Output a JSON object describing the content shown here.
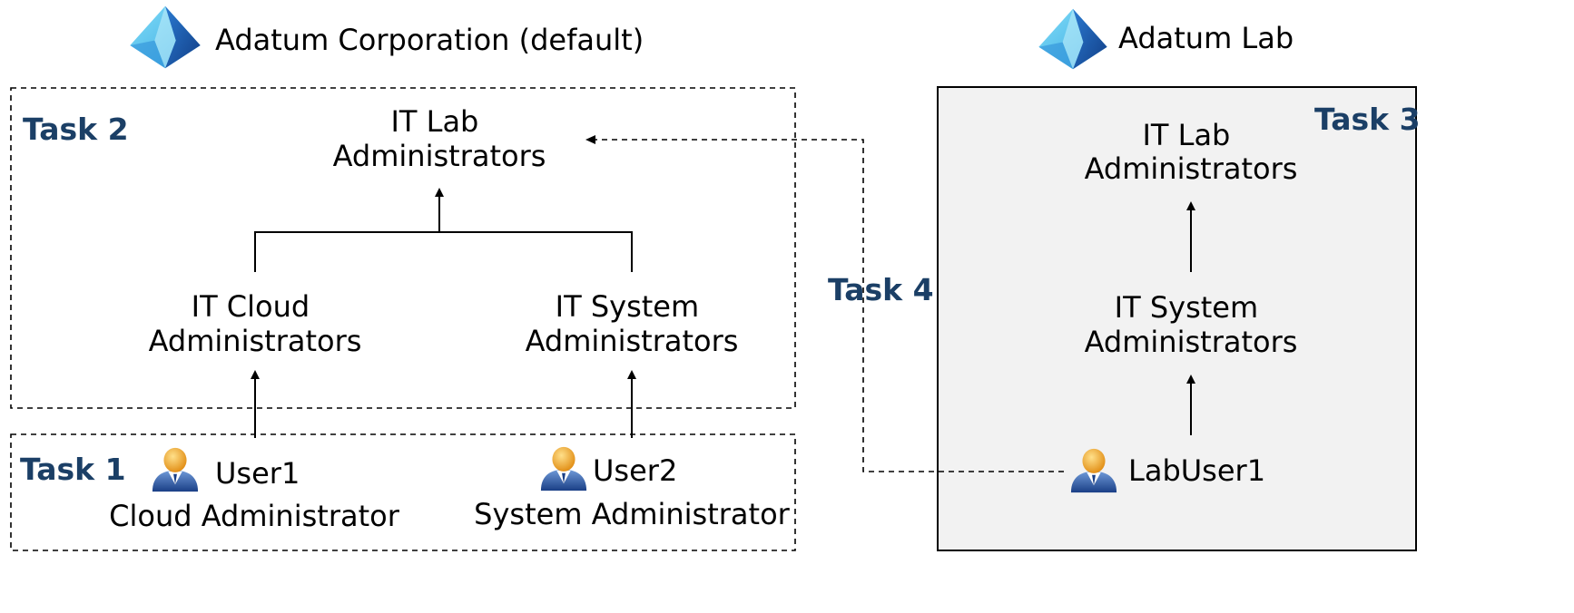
{
  "tenants": {
    "left": {
      "name": "Adatum Corporation (default)",
      "icon": "entra-id-icon"
    },
    "right": {
      "name": "Adatum Lab",
      "icon": "entra-id-icon"
    }
  },
  "tasks": {
    "task1": "Task 1",
    "task2": "Task 2",
    "task3": "Task 3",
    "task4": "Task 4"
  },
  "left_groups": {
    "it_lab": [
      "IT Lab",
      "Administrators"
    ],
    "it_cloud": [
      "IT Cloud",
      "Administrators"
    ],
    "it_system": [
      "IT System",
      "Administrators"
    ]
  },
  "left_users": {
    "user1": {
      "name": "User1",
      "role": "Cloud Administrator",
      "icon": "user-icon"
    },
    "user2": {
      "name": "User2",
      "role": "System Administrator",
      "icon": "user-icon"
    }
  },
  "right_groups": {
    "it_lab": [
      "IT Lab",
      "Administrators"
    ],
    "it_system": [
      "IT System",
      "Administrators"
    ]
  },
  "right_users": {
    "labuser1": {
      "name": "LabUser1",
      "icon": "user-icon"
    }
  },
  "colors": {
    "task_label": "#1b3f66",
    "box_fill": "#f2f2f2",
    "icon_light": "#5ac8f0",
    "icon_dark": "#1f5fb0",
    "user_head": "#f0a020",
    "user_body": "#1f4f9a"
  }
}
